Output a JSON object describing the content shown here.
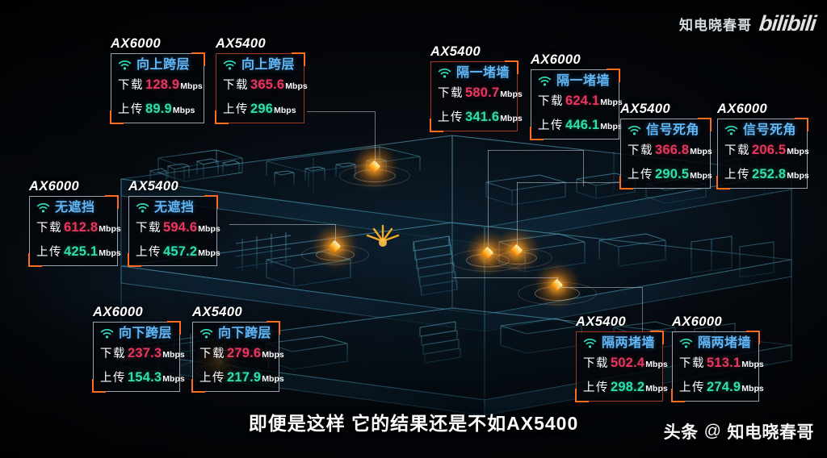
{
  "top_watermark": {
    "channel_name": "知电晓春哥",
    "platform": "bilibili"
  },
  "subtitle": "即便是这样 它的结果还是不如AX5400",
  "bottom_watermark": {
    "platform": "头条",
    "at": "@",
    "channel_name": "知电晓春哥"
  },
  "labels": {
    "download": "下载",
    "upload": "上传",
    "unit": "Mbps",
    "wifi_icon": "wifi-icon"
  },
  "colors": {
    "download_value": "#e8365e",
    "upload_value": "#2ee0ac",
    "scene_title": "#63b7f5",
    "corner_accent": "#ff6b1f",
    "border_gray": "#9aa3ad",
    "border_red": "#9e3a22"
  },
  "cards": [
    {
      "model": "AX6000",
      "scene": "向上跨层",
      "download": "128.9",
      "upload": "89.9",
      "border": "gray"
    },
    {
      "model": "AX5400",
      "scene": "向上跨层",
      "download": "365.6",
      "upload": "296",
      "border": "red"
    },
    {
      "model": "AX5400",
      "scene": "隔一堵墙",
      "download": "580.7",
      "upload": "341.6",
      "border": "red"
    },
    {
      "model": "AX6000",
      "scene": "隔一堵墙",
      "download": "624.1",
      "upload": "446.1",
      "border": "gray"
    },
    {
      "model": "AX5400",
      "scene": "信号死角",
      "download": "366.8",
      "upload": "290.5",
      "border": "gray"
    },
    {
      "model": "AX6000",
      "scene": "信号死角",
      "download": "206.5",
      "upload": "252.8",
      "border": "gray"
    },
    {
      "model": "AX6000",
      "scene": "无遮挡",
      "download": "612.8",
      "upload": "425.1",
      "border": "gray"
    },
    {
      "model": "AX5400",
      "scene": "无遮挡",
      "download": "594.6",
      "upload": "457.2",
      "border": "gray"
    },
    {
      "model": "AX6000",
      "scene": "向下跨层",
      "download": "237.3",
      "upload": "154.3",
      "border": "gray"
    },
    {
      "model": "AX5400",
      "scene": "向下跨层",
      "download": "279.6",
      "upload": "217.9",
      "border": "gray"
    },
    {
      "model": "AX5400",
      "scene": "隔两堵墙",
      "download": "502.4",
      "upload": "298.2",
      "border": "red"
    },
    {
      "model": "AX6000",
      "scene": "隔两堵墙",
      "download": "513.1",
      "upload": "274.9",
      "border": "gray"
    }
  ]
}
